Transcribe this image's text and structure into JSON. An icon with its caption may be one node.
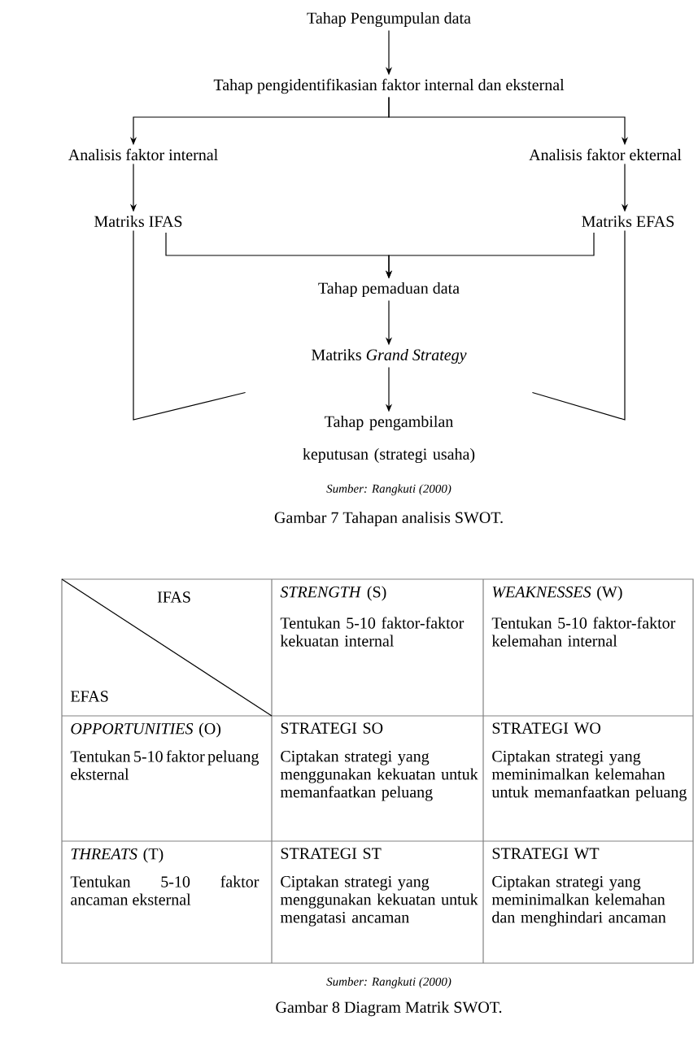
{
  "diagram": {
    "nodes": [
      {
        "text": [
          "Tahap Pengumpulan data"
        ]
      },
      {
        "text": [
          "Tahap pengidentifikasian faktor internal dan eksternal"
        ]
      },
      {
        "text": [
          "Analisis faktor internal"
        ]
      },
      {
        "text": [
          "Analisis faktor ekternal"
        ]
      },
      {
        "text": [
          "Matriks IFAS"
        ]
      },
      {
        "text": [
          "Matriks EFAS"
        ]
      },
      {
        "text": [
          "Tahap pemaduan data"
        ]
      },
      {
        "text": [
          "Matriks *Grand Strategy*"
        ]
      },
      {
        "text": [
          "Tahap pengambilan keputusan (strategi usaha)"
        ]
      }
    ],
    "edges": [
      {
        "from": 0,
        "to": 1,
        "arrow": "to"
      },
      {
        "from": 1,
        "to": 2,
        "arrow": "to"
      },
      {
        "from": 1,
        "to": 3,
        "arrow": "to"
      },
      {
        "from": 2,
        "to": 4,
        "arrow": "to"
      },
      {
        "from": 3,
        "to": 5,
        "arrow": "to"
      },
      {
        "from": 4,
        "to": 6,
        "arrow": "to"
      },
      {
        "from": 5,
        "to": 6,
        "arrow": "to"
      },
      {
        "from": 6,
        "to": 7,
        "arrow": "to"
      },
      {
        "from": 7,
        "to": 8,
        "arrow": "to"
      },
      {
        "from": 4,
        "to": 8,
        "arrow": "none"
      },
      {
        "from": 5,
        "to": 8,
        "arrow": "none"
      }
    ],
    "labels": [
      "Sumber: Rangkuti (2000)",
      "Gambar 7  Tahapan analisis SWOT.",
      "IFAS",
      "EFAS",
      "*STRENGTH* (S)",
      "Tentukan 5-10 faktor-faktor kekuatan internal",
      "*WEAKNESSES* (W)",
      "Tentukan 5-10 faktor-faktor kelemahan internal",
      "*OPPORTUNITIES* (O)",
      "Tentukan 5-10 faktor peluang eksternal",
      "STRATEGI SO",
      "Ciptakan strategi yang menggunakan kekuatan untuk memanfaatkan peluang",
      "STRATEGI WO",
      "Ciptakan strategi yang meminimalkan kelemahan untuk memanfaatkan peluang",
      "*THREATS* (T)",
      "Tentukan 5-10 faktor ancaman eksternal",
      "STRATEGI ST",
      "Ciptakan strategi yang menggunakan kekuatan untuk mengatasi ancaman",
      "STRATEGI WT",
      "Ciptakan strategi yang meminimalkan kelemahan dan menghindari ancaman",
      "Sumber: Rangkuti (2000)",
      "Gambar 8  Diagram Matrik SWOT."
    ]
  }
}
